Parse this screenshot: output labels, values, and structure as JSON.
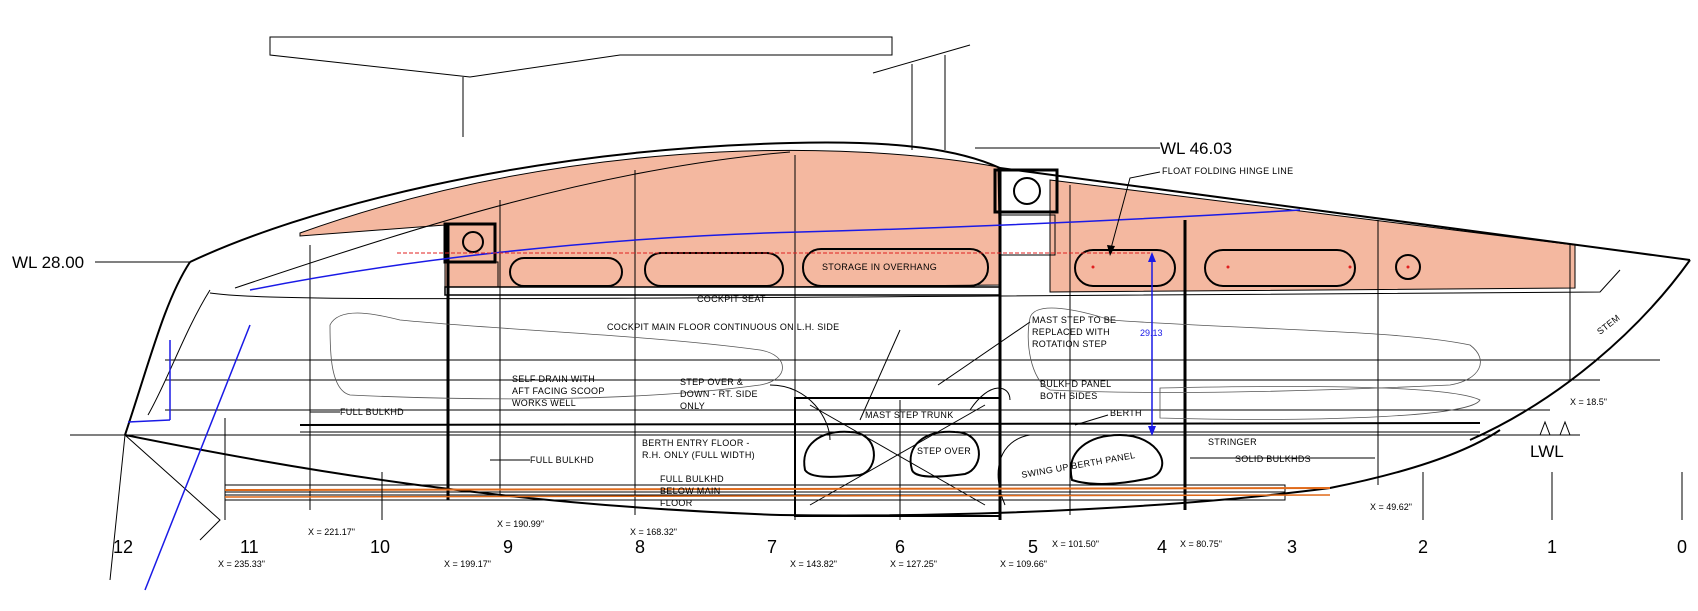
{
  "waterlines": {
    "wl_upper": "WL 46.03",
    "wl_lower": "WL 28.00",
    "lwl": "LWL"
  },
  "notes": {
    "float_hinge": "FLOAT FOLDING HINGE LINE",
    "storage": "STORAGE IN OVERHANG",
    "cockpit_seat": "COCKPIT SEAT",
    "cockpit_floor": "COCKPIT MAIN FLOOR CONTINUOUS ON L.H. SIDE",
    "mast_step": [
      "MAST STEP TO BE",
      "REPLACED WITH",
      "ROTATION STEP"
    ],
    "dim_height": "29.13",
    "self_drain": [
      "SELF DRAIN WITH",
      "AFT FACING SCOOP",
      "WORKS WELL"
    ],
    "step_over_down": [
      "STEP OVER &",
      "DOWN - RT. SIDE",
      "ONLY"
    ],
    "bulkhd_panel": [
      "BULKHD PANEL",
      "BOTH SIDES"
    ],
    "berth": "BERTH",
    "full_bulkhd_aft": "FULL BULKHD",
    "mast_step_trunk": "MAST STEP TRUNK",
    "step_over": "STEP OVER",
    "stringer": "STRINGER",
    "stem": "STEM",
    "full_bulkhd_mid": "FULL BULKHD",
    "berth_entry": [
      "BERTH ENTRY FLOOR -",
      "R.H. ONLY (FULL WIDTH)"
    ],
    "full_bulkhd_below": [
      "FULL BULKHD",
      "BELOW MAIN",
      "FLOOR"
    ],
    "swing_berth": "SWING UP BERTH PANEL",
    "solid_bulkhds": "SOLID BULKHDS"
  },
  "stations": [
    "12",
    "11",
    "10",
    "9",
    "8",
    "7",
    "6",
    "5",
    "4",
    "3",
    "2",
    "1",
    "0"
  ],
  "dimensions": {
    "x_235": "X = 235.33\"",
    "x_221": "X = 221.17\"",
    "x_199": "X = 199.17\"",
    "x_190": "X = 190.99\"",
    "x_168": "X = 168.32\"",
    "x_143": "X = 143.82\"",
    "x_127": "X = 127.25\"",
    "x_109": "X = 109.66\"",
    "x_101": "X = 101.50\"",
    "x_80": "X = 80.75\"",
    "x_49": "X = 49.62\"",
    "x_18": "X = 18.5\""
  },
  "colors": {
    "overhang_fill": "#f4b8a0",
    "blue_line": "#1a1ae6",
    "orange_line": "#e06a1a",
    "red_line": "#e02020"
  }
}
